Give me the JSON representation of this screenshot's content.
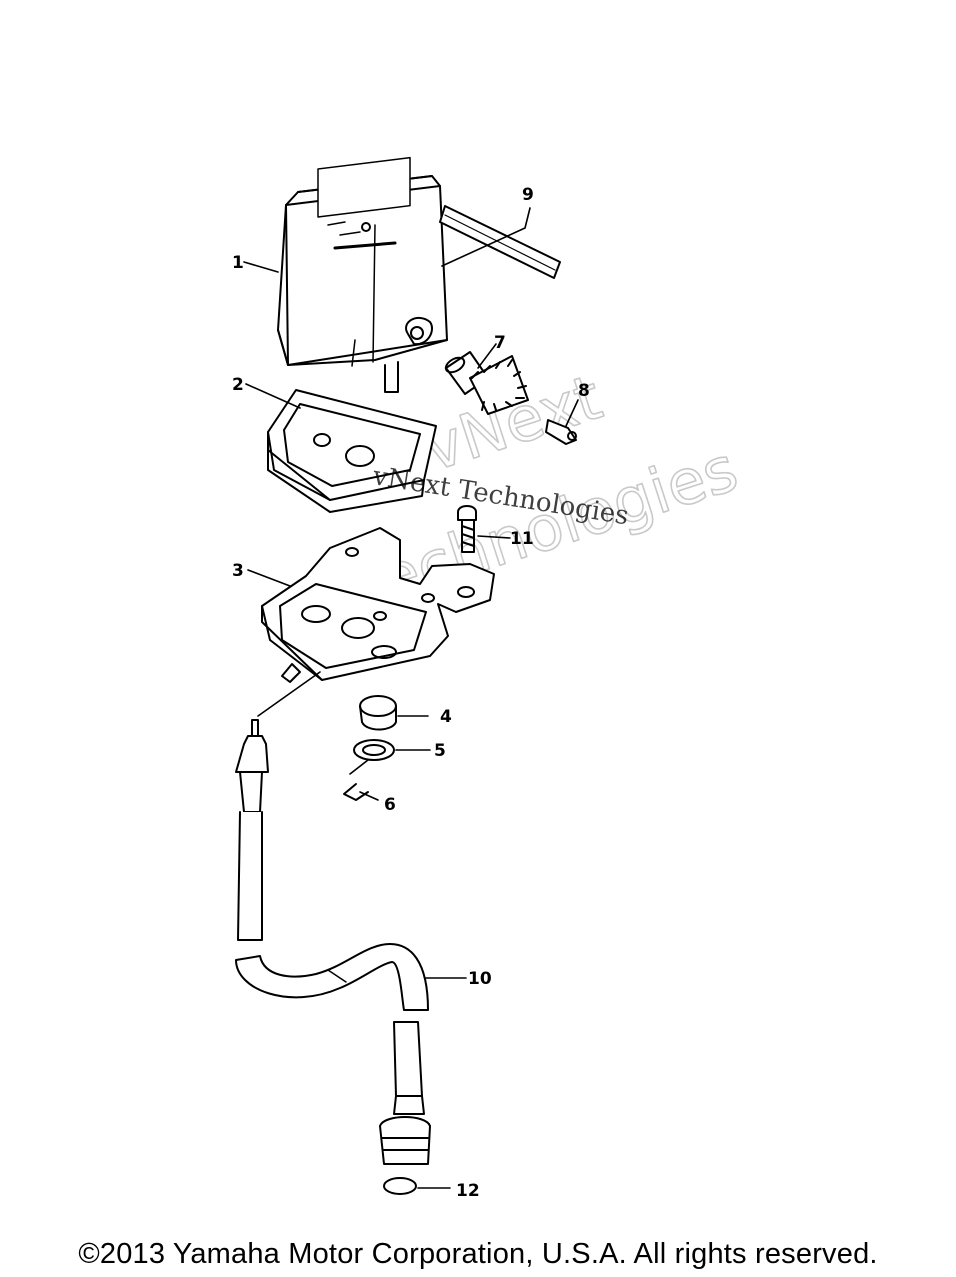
{
  "callouts": {
    "p1": "1",
    "p2": "2",
    "p3": "3",
    "p4": "4",
    "p5": "5",
    "p6": "6",
    "p7": "7",
    "p8": "8",
    "p9": "9",
    "p10": "10",
    "p11": "11",
    "p12": "12"
  },
  "watermark": {
    "line1": "vNext Technologies",
    "line2a": "vNext",
    "line2b": "Technologies"
  },
  "copyright": "©2013 Yamaha Motor Corporation, U.S.A. All rights reserved."
}
